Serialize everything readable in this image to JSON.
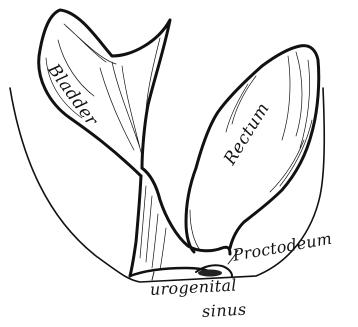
{
  "figure": {
    "labels": {
      "bladder": "Bladder",
      "rectum": "Rectum",
      "proctodeum": "Proctodeum",
      "urogenital": "urogenital",
      "sinus": "sinus"
    }
  }
}
